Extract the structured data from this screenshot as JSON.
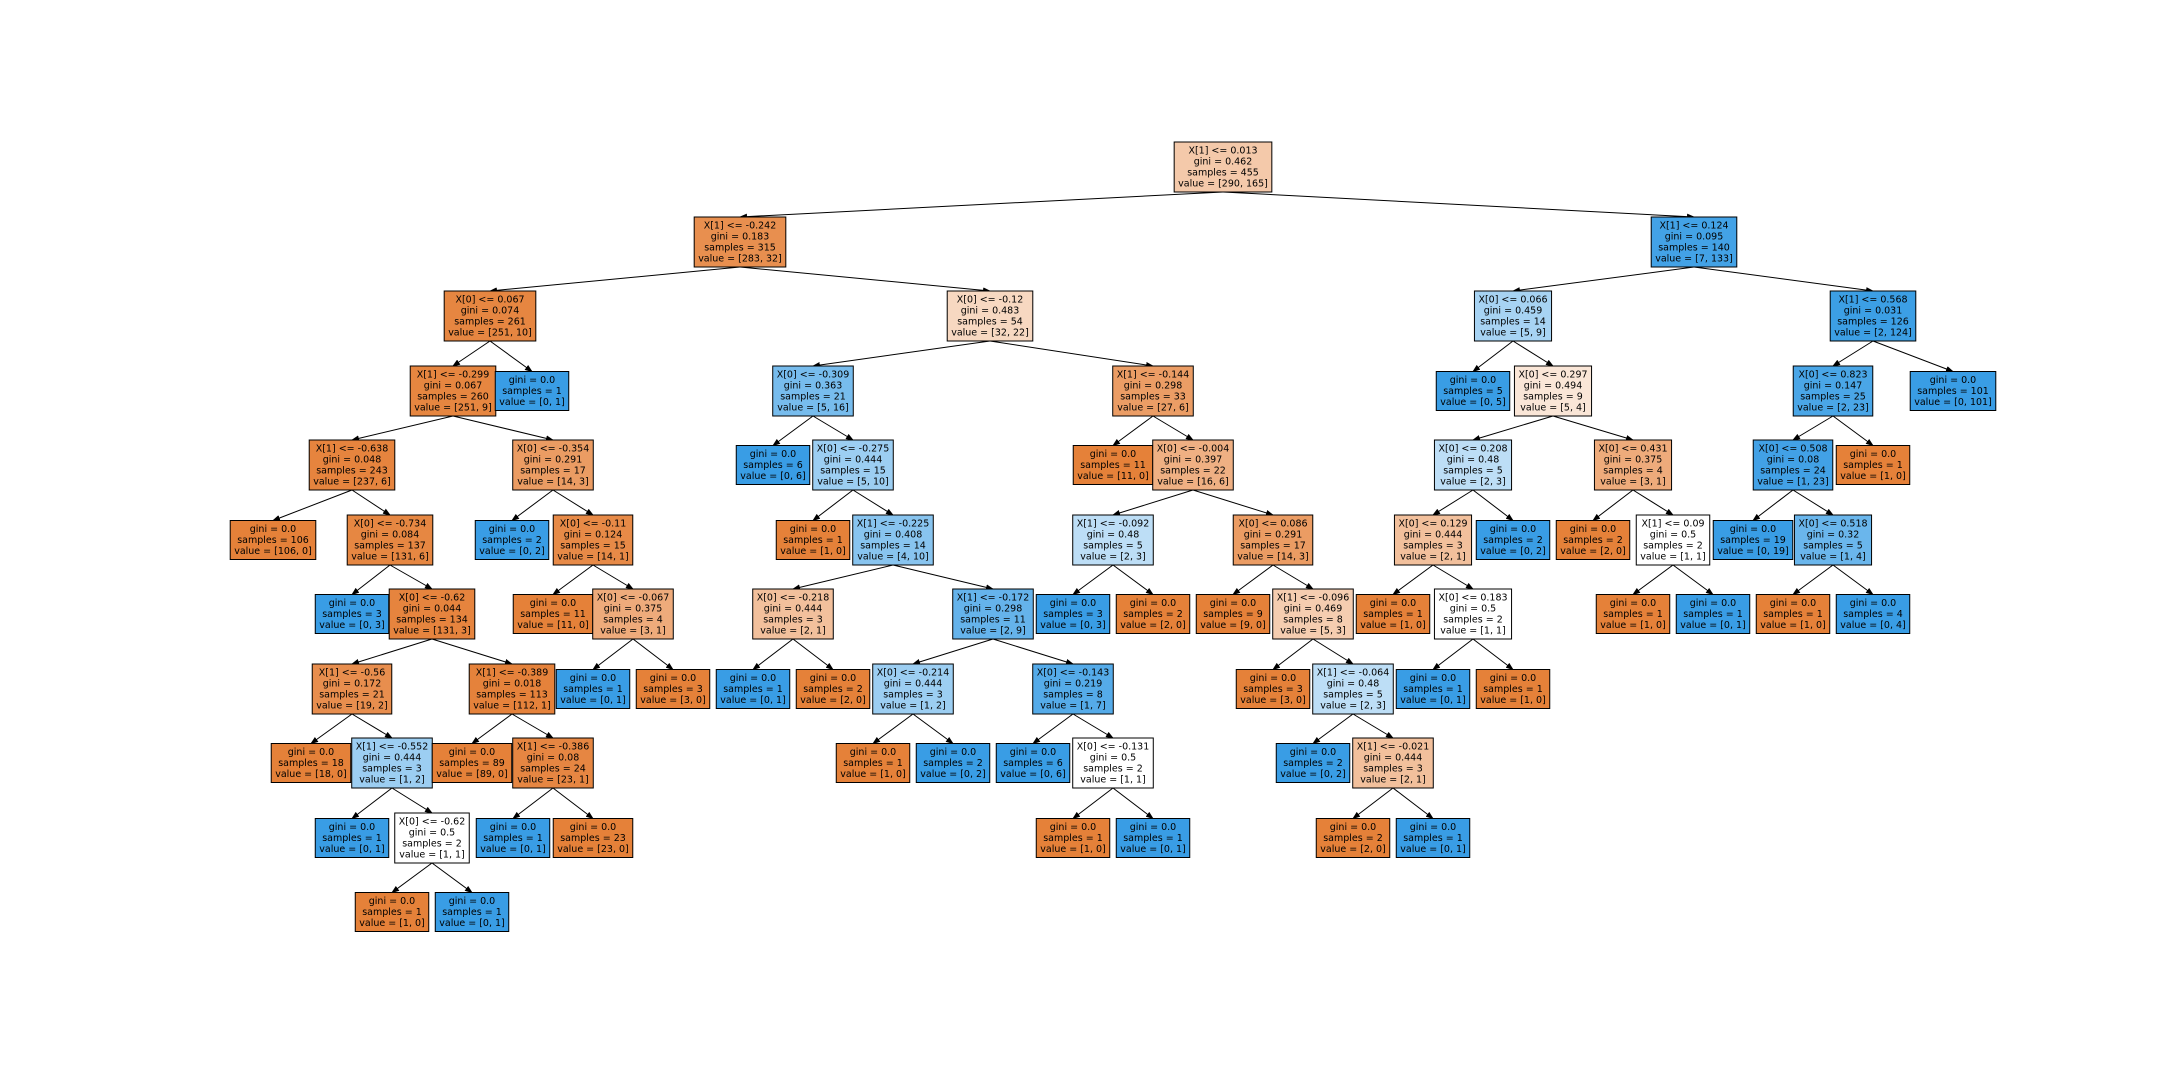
{
  "colors": {
    "class0": "#e58139",
    "class1": "#399de5",
    "neutral": "#ffffff",
    "border": "#000000"
  },
  "tree": [
    {
      "id": 0,
      "lines": [
        "X[1] <= 0.013",
        "gini = 0.462",
        "samples = 455",
        "value = [290, 165]"
      ],
      "value": [
        290,
        165
      ]
    },
    {
      "id": 1,
      "parent": 0,
      "lines": [
        "X[1] <= -0.242",
        "gini = 0.183",
        "samples = 315",
        "value = [283, 32]"
      ],
      "value": [
        283,
        32
      ]
    },
    {
      "id": 2,
      "parent": 1,
      "lines": [
        "X[0] <= 0.067",
        "gini = 0.074",
        "samples = 261",
        "value = [251, 10]"
      ],
      "value": [
        251,
        10
      ]
    },
    {
      "id": 3,
      "parent": 2,
      "lines": [
        "X[1] <= -0.299",
        "gini = 0.067",
        "samples = 260",
        "value = [251, 9]"
      ],
      "value": [
        251,
        9
      ]
    },
    {
      "id": 4,
      "parent": 3,
      "lines": [
        "X[1] <= -0.638",
        "gini = 0.048",
        "samples = 243",
        "value = [237, 6]"
      ],
      "value": [
        237,
        6
      ]
    },
    {
      "id": 5,
      "parent": 4,
      "lines": [
        "gini = 0.0",
        "samples = 106",
        "value = [106, 0]"
      ],
      "value": [
        106,
        0
      ]
    },
    {
      "id": 6,
      "parent": 4,
      "lines": [
        "X[0] <= -0.734",
        "gini = 0.084",
        "samples = 137",
        "value = [131, 6]"
      ],
      "value": [
        131,
        6
      ]
    },
    {
      "id": 7,
      "parent": 6,
      "lines": [
        "gini = 0.0",
        "samples = 3",
        "value = [0, 3]"
      ],
      "value": [
        0,
        3
      ]
    },
    {
      "id": 8,
      "parent": 6,
      "lines": [
        "X[0] <= -0.62",
        "gini = 0.044",
        "samples = 134",
        "value = [131, 3]"
      ],
      "value": [
        131,
        3
      ]
    },
    {
      "id": 9,
      "parent": 8,
      "lines": [
        "X[1] <= -0.56",
        "gini = 0.172",
        "samples = 21",
        "value = [19, 2]"
      ],
      "value": [
        19,
        2
      ]
    },
    {
      "id": 10,
      "parent": 9,
      "lines": [
        "gini = 0.0",
        "samples = 18",
        "value = [18, 0]"
      ],
      "value": [
        18,
        0
      ]
    },
    {
      "id": 11,
      "parent": 9,
      "lines": [
        "X[1] <= -0.552",
        "gini = 0.444",
        "samples = 3",
        "value = [1, 2]"
      ],
      "value": [
        1,
        2
      ]
    },
    {
      "id": 12,
      "parent": 11,
      "lines": [
        "gini = 0.0",
        "samples = 1",
        "value = [0, 1]"
      ],
      "value": [
        0,
        1
      ]
    },
    {
      "id": 13,
      "parent": 11,
      "lines": [
        "X[0] <= -0.62",
        "gini = 0.5",
        "samples = 2",
        "value = [1, 1]"
      ],
      "value": [
        1,
        1
      ]
    },
    {
      "id": 14,
      "parent": 13,
      "lines": [
        "gini = 0.0",
        "samples = 1",
        "value = [1, 0]"
      ],
      "value": [
        1,
        0
      ]
    },
    {
      "id": 15,
      "parent": 13,
      "lines": [
        "gini = 0.0",
        "samples = 1",
        "value = [0, 1]"
      ],
      "value": [
        0,
        1
      ]
    },
    {
      "id": 16,
      "parent": 8,
      "lines": [
        "X[1] <= -0.389",
        "gini = 0.018",
        "samples = 113",
        "value = [112, 1]"
      ],
      "value": [
        112,
        1
      ]
    },
    {
      "id": 17,
      "parent": 16,
      "lines": [
        "gini = 0.0",
        "samples = 89",
        "value = [89, 0]"
      ],
      "value": [
        89,
        0
      ]
    },
    {
      "id": 18,
      "parent": 16,
      "lines": [
        "X[1] <= -0.386",
        "gini = 0.08",
        "samples = 24",
        "value = [23, 1]"
      ],
      "value": [
        23,
        1
      ]
    },
    {
      "id": 19,
      "parent": 18,
      "lines": [
        "gini = 0.0",
        "samples = 1",
        "value = [0, 1]"
      ],
      "value": [
        0,
        1
      ]
    },
    {
      "id": 20,
      "parent": 18,
      "lines": [
        "gini = 0.0",
        "samples = 23",
        "value = [23, 0]"
      ],
      "value": [
        23,
        0
      ]
    },
    {
      "id": 21,
      "parent": 3,
      "lines": [
        "X[0] <= -0.354",
        "gini = 0.291",
        "samples = 17",
        "value = [14, 3]"
      ],
      "value": [
        14,
        3
      ]
    },
    {
      "id": 22,
      "parent": 21,
      "lines": [
        "gini = 0.0",
        "samples = 2",
        "value = [0, 2]"
      ],
      "value": [
        0,
        2
      ]
    },
    {
      "id": 23,
      "parent": 21,
      "lines": [
        "X[0] <= -0.11",
        "gini = 0.124",
        "samples = 15",
        "value = [14, 1]"
      ],
      "value": [
        14,
        1
      ]
    },
    {
      "id": 24,
      "parent": 23,
      "lines": [
        "gini = 0.0",
        "samples = 11",
        "value = [11, 0]"
      ],
      "value": [
        11,
        0
      ]
    },
    {
      "id": 25,
      "parent": 23,
      "lines": [
        "X[0] <= -0.067",
        "gini = 0.375",
        "samples = 4",
        "value = [3, 1]"
      ],
      "value": [
        3,
        1
      ]
    },
    {
      "id": 26,
      "parent": 25,
      "lines": [
        "gini = 0.0",
        "samples = 1",
        "value = [0, 1]"
      ],
      "value": [
        0,
        1
      ]
    },
    {
      "id": 27,
      "parent": 25,
      "lines": [
        "gini = 0.0",
        "samples = 3",
        "value = [3, 0]"
      ],
      "value": [
        3,
        0
      ]
    },
    {
      "id": 28,
      "parent": 2,
      "lines": [
        "gini = 0.0",
        "samples = 1",
        "value = [0, 1]"
      ],
      "value": [
        0,
        1
      ]
    },
    {
      "id": 29,
      "parent": 1,
      "lines": [
        "X[0] <= -0.12",
        "gini = 0.483",
        "samples = 54",
        "value = [32, 22]"
      ],
      "value": [
        32,
        22
      ]
    },
    {
      "id": 30,
      "parent": 29,
      "lines": [
        "X[0] <= -0.309",
        "gini = 0.363",
        "samples = 21",
        "value = [5, 16]"
      ],
      "value": [
        5,
        16
      ]
    },
    {
      "id": 31,
      "parent": 30,
      "lines": [
        "gini = 0.0",
        "samples = 6",
        "value = [0, 6]"
      ],
      "value": [
        0,
        6
      ]
    },
    {
      "id": 32,
      "parent": 30,
      "lines": [
        "X[0] <= -0.275",
        "gini = 0.444",
        "samples = 15",
        "value = [5, 10]"
      ],
      "value": [
        5,
        10
      ]
    },
    {
      "id": 33,
      "parent": 32,
      "lines": [
        "gini = 0.0",
        "samples = 1",
        "value = [1, 0]"
      ],
      "value": [
        1,
        0
      ]
    },
    {
      "id": 34,
      "parent": 32,
      "lines": [
        "X[1] <= -0.225",
        "gini = 0.408",
        "samples = 14",
        "value = [4, 10]"
      ],
      "value": [
        4,
        10
      ]
    },
    {
      "id": 35,
      "parent": 34,
      "lines": [
        "X[0] <= -0.218",
        "gini = 0.444",
        "samples = 3",
        "value = [2, 1]"
      ],
      "value": [
        2,
        1
      ]
    },
    {
      "id": 36,
      "parent": 35,
      "lines": [
        "gini = 0.0",
        "samples = 1",
        "value = [0, 1]"
      ],
      "value": [
        0,
        1
      ]
    },
    {
      "id": 37,
      "parent": 35,
      "lines": [
        "gini = 0.0",
        "samples = 2",
        "value = [2, 0]"
      ],
      "value": [
        2,
        0
      ]
    },
    {
      "id": 38,
      "parent": 34,
      "lines": [
        "X[1] <= -0.172",
        "gini = 0.298",
        "samples = 11",
        "value = [2, 9]"
      ],
      "value": [
        2,
        9
      ]
    },
    {
      "id": 39,
      "parent": 38,
      "lines": [
        "X[0] <= -0.214",
        "gini = 0.444",
        "samples = 3",
        "value = [1, 2]"
      ],
      "value": [
        1,
        2
      ]
    },
    {
      "id": 40,
      "parent": 39,
      "lines": [
        "gini = 0.0",
        "samples = 1",
        "value = [1, 0]"
      ],
      "value": [
        1,
        0
      ]
    },
    {
      "id": 41,
      "parent": 39,
      "lines": [
        "gini = 0.0",
        "samples = 2",
        "value = [0, 2]"
      ],
      "value": [
        0,
        2
      ]
    },
    {
      "id": 42,
      "parent": 38,
      "lines": [
        "X[0] <= -0.143",
        "gini = 0.219",
        "samples = 8",
        "value = [1, 7]"
      ],
      "value": [
        1,
        7
      ]
    },
    {
      "id": 43,
      "parent": 42,
      "lines": [
        "gini = 0.0",
        "samples = 6",
        "value = [0, 6]"
      ],
      "value": [
        0,
        6
      ]
    },
    {
      "id": 44,
      "parent": 42,
      "lines": [
        "X[0] <= -0.131",
        "gini = 0.5",
        "samples = 2",
        "value = [1, 1]"
      ],
      "value": [
        1,
        1
      ]
    },
    {
      "id": 45,
      "parent": 44,
      "lines": [
        "gini = 0.0",
        "samples = 1",
        "value = [1, 0]"
      ],
      "value": [
        1,
        0
      ]
    },
    {
      "id": 46,
      "parent": 44,
      "lines": [
        "gini = 0.0",
        "samples = 1",
        "value = [0, 1]"
      ],
      "value": [
        0,
        1
      ]
    },
    {
      "id": 47,
      "parent": 29,
      "lines": [
        "X[1] <= -0.144",
        "gini = 0.298",
        "samples = 33",
        "value = [27, 6]"
      ],
      "value": [
        27,
        6
      ]
    },
    {
      "id": 48,
      "parent": 47,
      "lines": [
        "gini = 0.0",
        "samples = 11",
        "value = [11, 0]"
      ],
      "value": [
        11,
        0
      ]
    },
    {
      "id": 49,
      "parent": 47,
      "lines": [
        "X[0] <= -0.004",
        "gini = 0.397",
        "samples = 22",
        "value = [16, 6]"
      ],
      "value": [
        16,
        6
      ]
    },
    {
      "id": 50,
      "parent": 49,
      "lines": [
        "X[1] <= -0.092",
        "gini = 0.48",
        "samples = 5",
        "value = [2, 3]"
      ],
      "value": [
        2,
        3
      ]
    },
    {
      "id": 51,
      "parent": 50,
      "lines": [
        "gini = 0.0",
        "samples = 3",
        "value = [0, 3]"
      ],
      "value": [
        0,
        3
      ]
    },
    {
      "id": 52,
      "parent": 50,
      "lines": [
        "gini = 0.0",
        "samples = 2",
        "value = [2, 0]"
      ],
      "value": [
        2,
        0
      ]
    },
    {
      "id": 53,
      "parent": 49,
      "lines": [
        "X[0] <= 0.086",
        "gini = 0.291",
        "samples = 17",
        "value = [14, 3]"
      ],
      "value": [
        14,
        3
      ]
    },
    {
      "id": 54,
      "parent": 53,
      "lines": [
        "gini = 0.0",
        "samples = 9",
        "value = [9, 0]"
      ],
      "value": [
        9,
        0
      ]
    },
    {
      "id": 55,
      "parent": 53,
      "lines": [
        "X[1] <= -0.096",
        "gini = 0.469",
        "samples = 8",
        "value = [5, 3]"
      ],
      "value": [
        5,
        3
      ]
    },
    {
      "id": 56,
      "parent": 55,
      "lines": [
        "gini = 0.0",
        "samples = 3",
        "value = [3, 0]"
      ],
      "value": [
        3,
        0
      ]
    },
    {
      "id": 57,
      "parent": 55,
      "lines": [
        "X[1] <= -0.064",
        "gini = 0.48",
        "samples = 5",
        "value = [2, 3]"
      ],
      "value": [
        2,
        3
      ]
    },
    {
      "id": 58,
      "parent": 57,
      "lines": [
        "gini = 0.0",
        "samples = 2",
        "value = [0, 2]"
      ],
      "value": [
        0,
        2
      ]
    },
    {
      "id": 59,
      "parent": 57,
      "lines": [
        "X[1] <= -0.021",
        "gini = 0.444",
        "samples = 3",
        "value = [2, 1]"
      ],
      "value": [
        2,
        1
      ]
    },
    {
      "id": 60,
      "parent": 59,
      "lines": [
        "gini = 0.0",
        "samples = 2",
        "value = [2, 0]"
      ],
      "value": [
        2,
        0
      ]
    },
    {
      "id": 61,
      "parent": 59,
      "lines": [
        "gini = 0.0",
        "samples = 1",
        "value = [0, 1]"
      ],
      "value": [
        0,
        1
      ]
    },
    {
      "id": 62,
      "parent": 0,
      "lines": [
        "X[1] <= 0.124",
        "gini = 0.095",
        "samples = 140",
        "value = [7, 133]"
      ],
      "value": [
        7,
        133
      ]
    },
    {
      "id": 63,
      "parent": 62,
      "lines": [
        "X[0] <= 0.066",
        "gini = 0.459",
        "samples = 14",
        "value = [5, 9]"
      ],
      "value": [
        5,
        9
      ]
    },
    {
      "id": 64,
      "parent": 63,
      "lines": [
        "gini = 0.0",
        "samples = 5",
        "value = [0, 5]"
      ],
      "value": [
        0,
        5
      ]
    },
    {
      "id": 65,
      "parent": 63,
      "lines": [
        "X[0] <= 0.297",
        "gini = 0.494",
        "samples = 9",
        "value = [5, 4]"
      ],
      "value": [
        5,
        4
      ]
    },
    {
      "id": 66,
      "parent": 65,
      "lines": [
        "X[0] <= 0.208",
        "gini = 0.48",
        "samples = 5",
        "value = [2, 3]"
      ],
      "value": [
        2,
        3
      ]
    },
    {
      "id": 67,
      "parent": 66,
      "lines": [
        "X[0] <= 0.129",
        "gini = 0.444",
        "samples = 3",
        "value = [2, 1]"
      ],
      "value": [
        2,
        1
      ]
    },
    {
      "id": 68,
      "parent": 67,
      "lines": [
        "gini = 0.0",
        "samples = 1",
        "value = [1, 0]"
      ],
      "value": [
        1,
        0
      ]
    },
    {
      "id": 69,
      "parent": 67,
      "lines": [
        "X[0] <= 0.183",
        "gini = 0.5",
        "samples = 2",
        "value = [1, 1]"
      ],
      "value": [
        1,
        1
      ]
    },
    {
      "id": 70,
      "parent": 69,
      "lines": [
        "gini = 0.0",
        "samples = 1",
        "value = [0, 1]"
      ],
      "value": [
        0,
        1
      ]
    },
    {
      "id": 71,
      "parent": 69,
      "lines": [
        "gini = 0.0",
        "samples = 1",
        "value = [1, 0]"
      ],
      "value": [
        1,
        0
      ]
    },
    {
      "id": 72,
      "parent": 66,
      "lines": [
        "gini = 0.0",
        "samples = 2",
        "value = [0, 2]"
      ],
      "value": [
        0,
        2
      ]
    },
    {
      "id": 73,
      "parent": 65,
      "lines": [
        "X[0] <= 0.431",
        "gini = 0.375",
        "samples = 4",
        "value = [3, 1]"
      ],
      "value": [
        3,
        1
      ]
    },
    {
      "id": 74,
      "parent": 73,
      "lines": [
        "gini = 0.0",
        "samples = 2",
        "value = [2, 0]"
      ],
      "value": [
        2,
        0
      ]
    },
    {
      "id": 75,
      "parent": 73,
      "lines": [
        "X[1] <= 0.09",
        "gini = 0.5",
        "samples = 2",
        "value = [1, 1]"
      ],
      "value": [
        1,
        1
      ]
    },
    {
      "id": 76,
      "parent": 75,
      "lines": [
        "gini = 0.0",
        "samples = 1",
        "value = [1, 0]"
      ],
      "value": [
        1,
        0
      ]
    },
    {
      "id": 77,
      "parent": 75,
      "lines": [
        "gini = 0.0",
        "samples = 1",
        "value = [0, 1]"
      ],
      "value": [
        0,
        1
      ]
    },
    {
      "id": 78,
      "parent": 62,
      "lines": [
        "X[1] <= 0.568",
        "gini = 0.031",
        "samples = 126",
        "value = [2, 124]"
      ],
      "value": [
        2,
        124
      ]
    },
    {
      "id": 79,
      "parent": 78,
      "lines": [
        "X[0] <= 0.823",
        "gini = 0.147",
        "samples = 25",
        "value = [2, 23]"
      ],
      "value": [
        2,
        23
      ]
    },
    {
      "id": 80,
      "parent": 79,
      "lines": [
        "X[0] <= 0.508",
        "gini = 0.08",
        "samples = 24",
        "value = [1, 23]"
      ],
      "value": [
        1,
        23
      ]
    },
    {
      "id": 81,
      "parent": 80,
      "lines": [
        "gini = 0.0",
        "samples = 19",
        "value = [0, 19]"
      ],
      "value": [
        0,
        19
      ]
    },
    {
      "id": 82,
      "parent": 80,
      "lines": [
        "X[0] <= 0.518",
        "gini = 0.32",
        "samples = 5",
        "value = [1, 4]"
      ],
      "value": [
        1,
        4
      ]
    },
    {
      "id": 83,
      "parent": 82,
      "lines": [
        "gini = 0.0",
        "samples = 1",
        "value = [1, 0]"
      ],
      "value": [
        1,
        0
      ]
    },
    {
      "id": 84,
      "parent": 82,
      "lines": [
        "gini = 0.0",
        "samples = 4",
        "value = [0, 4]"
      ],
      "value": [
        0,
        4
      ]
    },
    {
      "id": 85,
      "parent": 79,
      "lines": [
        "gini = 0.0",
        "samples = 1",
        "value = [1, 0]"
      ],
      "value": [
        1,
        0
      ]
    },
    {
      "id": 86,
      "parent": 78,
      "lines": [
        "gini = 0.0",
        "samples = 101",
        "value = [0, 101]"
      ],
      "value": [
        0,
        101
      ]
    }
  ]
}
